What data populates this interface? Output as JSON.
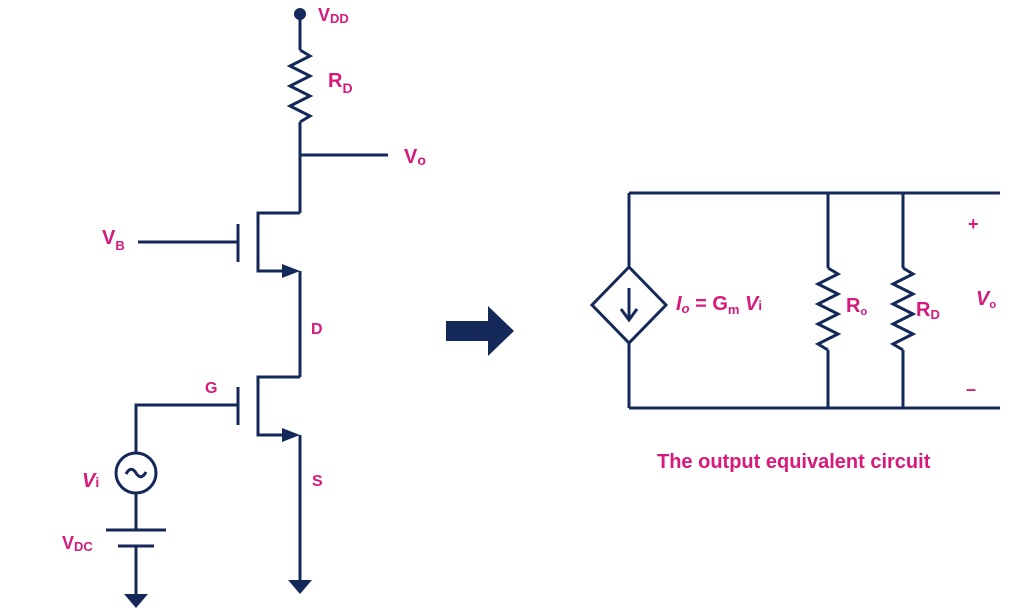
{
  "colors": {
    "wire": "#14285a",
    "label": "#d6197b",
    "background": "#ffffff"
  },
  "left_circuit": {
    "vdd": {
      "main": "V",
      "sub": "DD"
    },
    "rd": {
      "main": "R",
      "sub": "D"
    },
    "vo": {
      "main": "V",
      "sub": "o"
    },
    "vb": {
      "main": "V",
      "sub": "B"
    },
    "node_d": "D",
    "node_g": "G",
    "node_s": "S",
    "vi": {
      "main": "V",
      "sub": "i"
    },
    "vdc": {
      "main": "V",
      "sub": "DC"
    },
    "source_symbol": "~"
  },
  "right_circuit": {
    "current_eq": {
      "io_main": "I",
      "io_sub": "o",
      "equals": " = ",
      "gm_main": "G",
      "gm_sub": "m",
      "vi_main": "V",
      "vi_sub": "i"
    },
    "ro": {
      "main": "R",
      "sub": "o"
    },
    "rd": {
      "main": "R",
      "sub": "D"
    },
    "vo": {
      "main": "V",
      "sub": "o"
    },
    "plus": "+",
    "minus": "–",
    "caption": "The output equivalent circuit"
  },
  "icons": [
    "arrow-right-icon",
    "ground-arrow-icon",
    "ac-source-icon",
    "dependent-current-source-icon"
  ]
}
